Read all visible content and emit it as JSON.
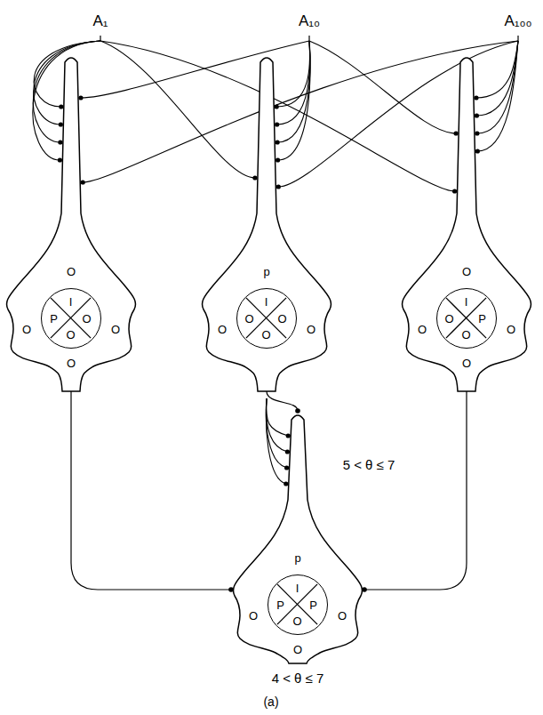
{
  "diagram": {
    "nodes": [
      {
        "text": [
          "O",
          "O",
          "O",
          "O"
        ]
      },
      {
        "text": [
          "I",
          "P",
          "O",
          "O"
        ],
        "in": 0
      },
      {
        "text": [
          "p",
          "O",
          "O"
        ]
      },
      {
        "text": [
          "I",
          "O",
          "O",
          "O"
        ],
        "in": 2
      },
      {
        "text": [
          "O",
          "O",
          "O",
          "O"
        ]
      },
      {
        "text": [
          "I",
          "O",
          "P",
          "O"
        ],
        "in": 4
      },
      {
        "text": [
          "p",
          "O",
          "O",
          "O"
        ]
      },
      {
        "text": [
          "I",
          "P",
          "P",
          "O"
        ],
        "in": 6
      }
    ],
    "edges": [
      {
        "from": 0,
        "to": 6,
        "arrow": "to"
      },
      {
        "from": 2,
        "to": 6,
        "arrow": "to"
      },
      {
        "from": 4,
        "to": 6,
        "arrow": "to"
      }
    ],
    "labels": [
      "A₁",
      "A₁₀",
      "A₁₀₀",
      "5 < θ ≤ 7",
      "4 < θ ≤ 7",
      "(a)"
    ]
  }
}
